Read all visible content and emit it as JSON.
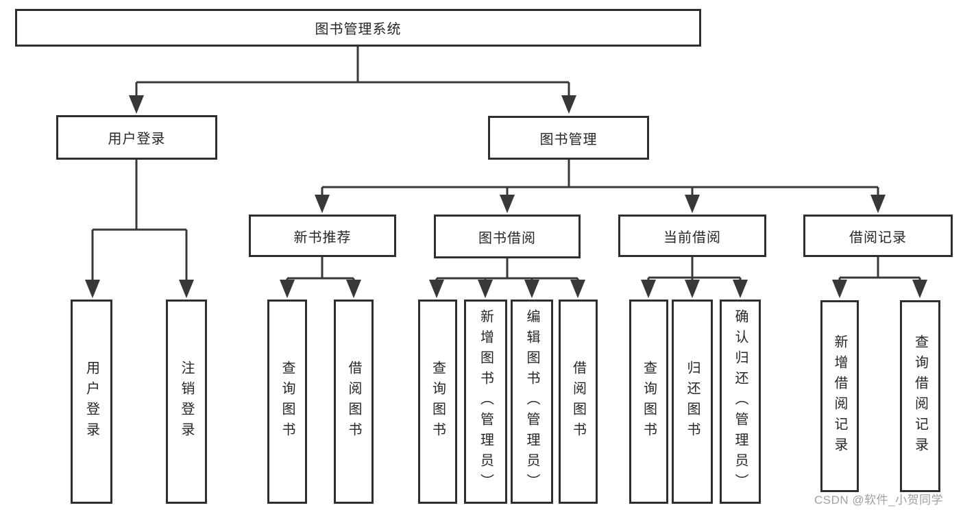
{
  "tree": {
    "root": "图书管理系统",
    "level1": [
      "用户登录",
      "图书管理"
    ],
    "level2": [
      "新书推荐",
      "图书借阅",
      "当前借阅",
      "借阅记录"
    ],
    "leaves": [
      "用户登录",
      "注销登录",
      "查询图书",
      "借阅图书",
      "查询图书",
      "新增图书（管理员）",
      "编辑图书（管理员）",
      "借阅图书",
      "查询图书",
      "归还图书",
      "确认归还（管理员）",
      "新增借阅记录",
      "查询借阅记录"
    ]
  },
  "watermark": {
    "text": "CSDN @软件_小贺同学",
    "color": "#9fa0a2"
  },
  "colors": {
    "line": "#383838",
    "box_border": "#2e2e2e",
    "text": "#262626",
    "background": "#ffffff"
  }
}
